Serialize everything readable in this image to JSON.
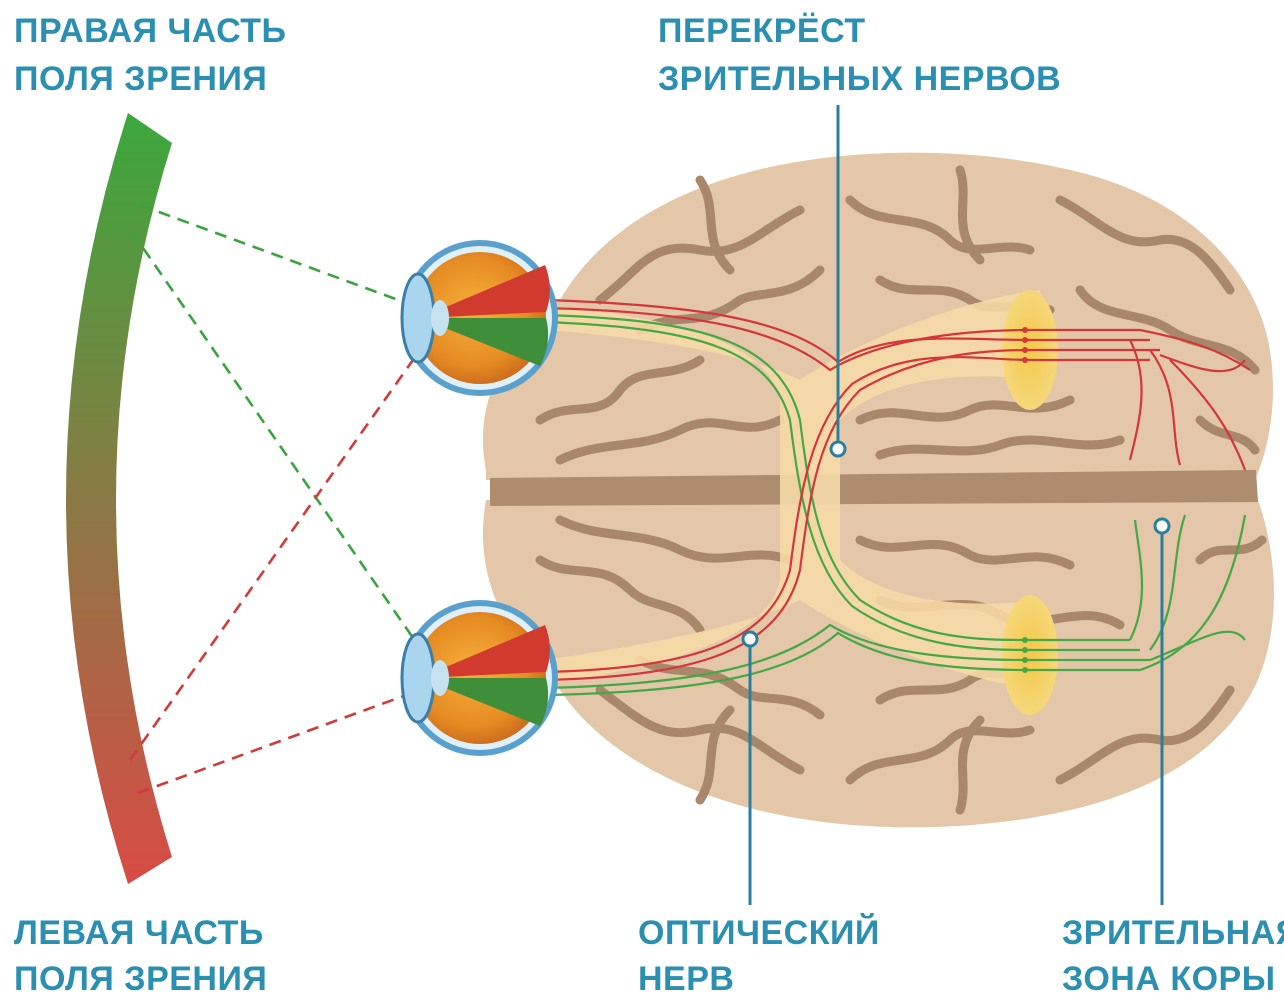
{
  "labels": {
    "right_field": [
      "ПРАВАЯ ЧАСТЬ",
      "ПОЛЯ ЗРЕНИЯ"
    ],
    "left_field": [
      "ЛЕВАЯ ЧАСТЬ",
      "ПОЛЯ ЗРЕНИЯ"
    ],
    "chiasm": [
      "ПЕРЕКРЁСТ",
      "ЗРИТЕЛЬНЫХ НЕРВОВ"
    ],
    "optic_nerve": [
      "ОПТИЧЕСКИЙ",
      "НЕРВ"
    ],
    "visual_cortex": [
      "ЗРИТЕЛЬНАЯ",
      "ЗОНА КОРЫ"
    ]
  },
  "colors": {
    "label": "#2a8fb0",
    "right_field": "#3aa340",
    "left_field": "#d03a3a",
    "brain": "#e3c7a8",
    "brain_folds": "#a8876a",
    "visual_pathway": "#f6d9a6",
    "visual_cortex": "#f3c94a",
    "leader": "#2a7fa0"
  },
  "icons": [
    "visual-field-arc",
    "eye-icon",
    "brain-icon"
  ]
}
